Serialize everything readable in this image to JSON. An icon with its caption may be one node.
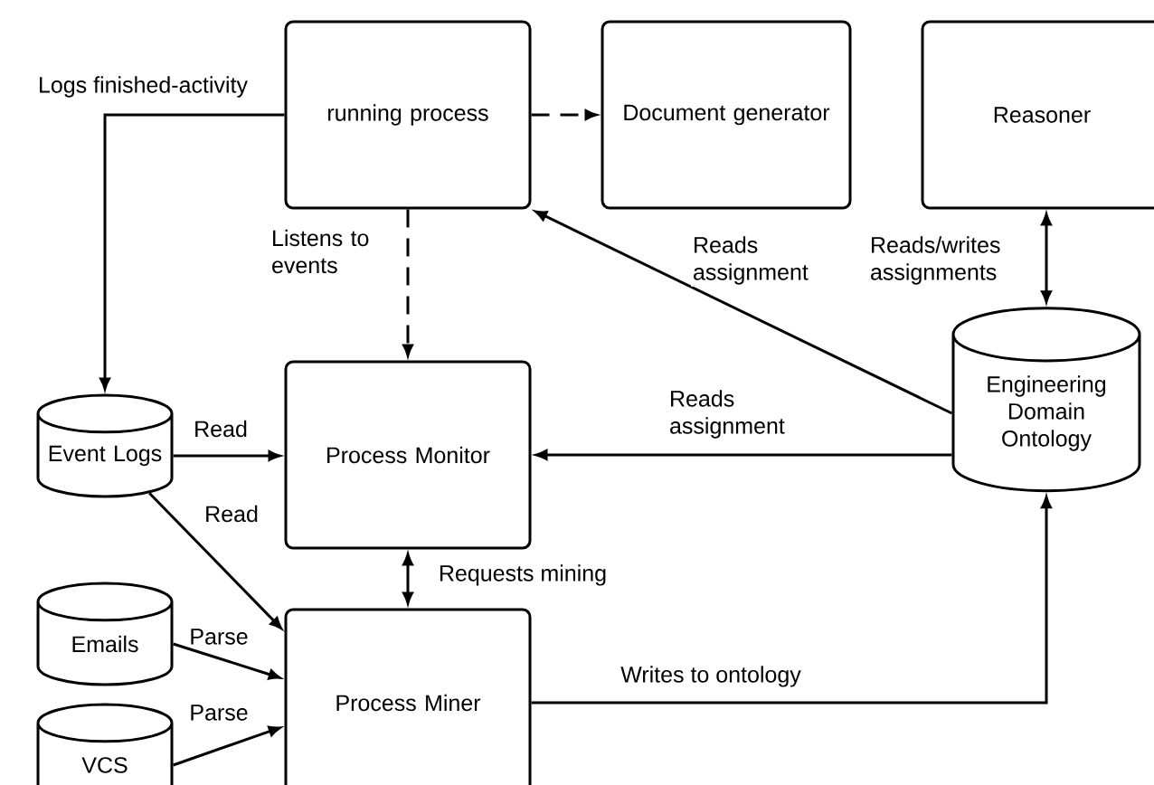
{
  "diagram": {
    "nodes": [
      {
        "text": [
          "running process"
        ]
      },
      {
        "text": [
          "Document generator"
        ]
      },
      {
        "text": [
          "Reasoner"
        ]
      },
      {
        "text": [
          "Event Logs"
        ]
      },
      {
        "text": [
          "Process Monitor"
        ]
      },
      {
        "text": [
          "Engineering Domain Ontology"
        ]
      },
      {
        "text": [
          "Emails"
        ]
      },
      {
        "text": [
          "Process Miner"
        ]
      },
      {
        "text": [
          "VCS"
        ]
      }
    ],
    "edges": [
      {
        "from": 0,
        "to": 1,
        "arrow": "to",
        "style": "dashed"
      },
      {
        "from": 0,
        "to": 3,
        "arrow": "to",
        "label": "Logs finished-activity"
      },
      {
        "from": 0,
        "to": 4,
        "arrow": "to",
        "style": "dashed",
        "label": "Listens to events"
      },
      {
        "from": 5,
        "to": 0,
        "arrow": "to",
        "label": "Reads assignment"
      },
      {
        "from": 2,
        "to": 5,
        "arrow": "both",
        "label": "Reads/writes assignments"
      },
      {
        "from": 5,
        "to": 4,
        "arrow": "to",
        "label": "Reads assignment"
      },
      {
        "from": 3,
        "to": 4,
        "arrow": "to",
        "label": "Read"
      },
      {
        "from": 3,
        "to": 7,
        "arrow": "to",
        "label": "Read"
      },
      {
        "from": 4,
        "to": 7,
        "arrow": "both",
        "label": "Requests mining"
      },
      {
        "from": 6,
        "to": 7,
        "arrow": "to",
        "label": "Parse"
      },
      {
        "from": 8,
        "to": 7,
        "arrow": "to",
        "label": "Parse"
      },
      {
        "from": 7,
        "to": 5,
        "arrow": "to",
        "label": "Writes to ontology"
      }
    ]
  }
}
